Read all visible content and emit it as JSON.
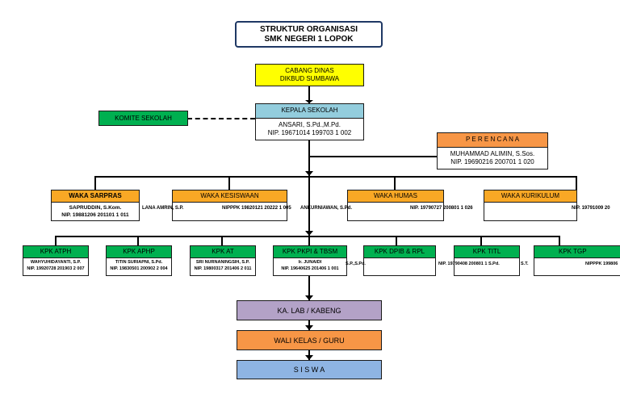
{
  "title": {
    "line1": "STRUKTUR ORGANISASI",
    "line2": "SMK NEGERI 1 LOPOK"
  },
  "cabang": {
    "line1": "CABANG DINAS",
    "line2": "DIKBUD SUMBAWA"
  },
  "komite": {
    "label": "KOMITE SEKOLAH"
  },
  "kepala": {
    "label": "KEPALA SEKOLAH",
    "name": "ANSARI, S.Pd.,M.Pd.",
    "nip": "NIP. 19671014 199703 1 002"
  },
  "perencana": {
    "label": "P E R E N C A N A",
    "name": "MUHAMMAD ALIMIN, S.Sos.",
    "nip": "NIP. 19690216 200701 1 020"
  },
  "waka": [
    {
      "label": "WAKA SARPRAS",
      "name": "SAPRUDDIN, S.Kom.",
      "nip": "NIP. 19881206 201101 1 011"
    },
    {
      "label": "WAKA KESISWAAN",
      "name": "LANA AMRIN, S.P.",
      "nip": "NIPPPK 19820121 20222 1 005"
    },
    {
      "label": "WAKA HUMAS",
      "name": "ANKURNIAWAN, S.Pd.",
      "nip": "NIP. 19790727 200801 1 026"
    },
    {
      "label": "WAKA KURIKULUM",
      "name": "",
      "nip": "NIP. 19791009 20"
    }
  ],
  "kpk": [
    {
      "label": "KPK ATPH",
      "name": "WAHYUHIDAYANTI, S.P.",
      "nip": "NIP. 19920728 201903 2 007"
    },
    {
      "label": "KPK APHP",
      "name": "TITIN SURIAPNI, S.Pd.",
      "nip": "NIP. 19830501 200902 2 004"
    },
    {
      "label": "KPK AT",
      "name": "SRI NURNANINGSIH, S.P.",
      "nip": "NIP. 19800317 201406 2 011"
    },
    {
      "label": "KPK PKPI & TBSM",
      "name": "Ir. JUNAIDI",
      "nip": "NIP. 19640625 201406 1 001"
    },
    {
      "label": "KPK DPIB & RPL",
      "name": "S.P.,S.Pd.",
      "nip": ""
    },
    {
      "label": "KPK TITL",
      "name": "NIP. 19790408 200801 1 S.Pd.",
      "nip": ""
    },
    {
      "label": "KPK TGP",
      "name": "NIPPPK 199806",
      "nip": ""
    }
  ],
  "kpk_spill": {
    "right_of_titl": "S.T."
  },
  "lab": {
    "label": "KA. LAB / KABENG"
  },
  "wali": {
    "label": "WALI KELAS / GURU"
  },
  "siswa": {
    "label": "S I S W A"
  },
  "colors": {
    "yellow": "#ffff00",
    "teal": "#93cddd",
    "orange": "#f79646",
    "waka_hdr": "#f9a825",
    "kpk_hdr": "#00b050",
    "komite": "#00b050",
    "lab": "#b3a2c7",
    "wali": "#f79646",
    "siswa": "#8eb4e3"
  }
}
